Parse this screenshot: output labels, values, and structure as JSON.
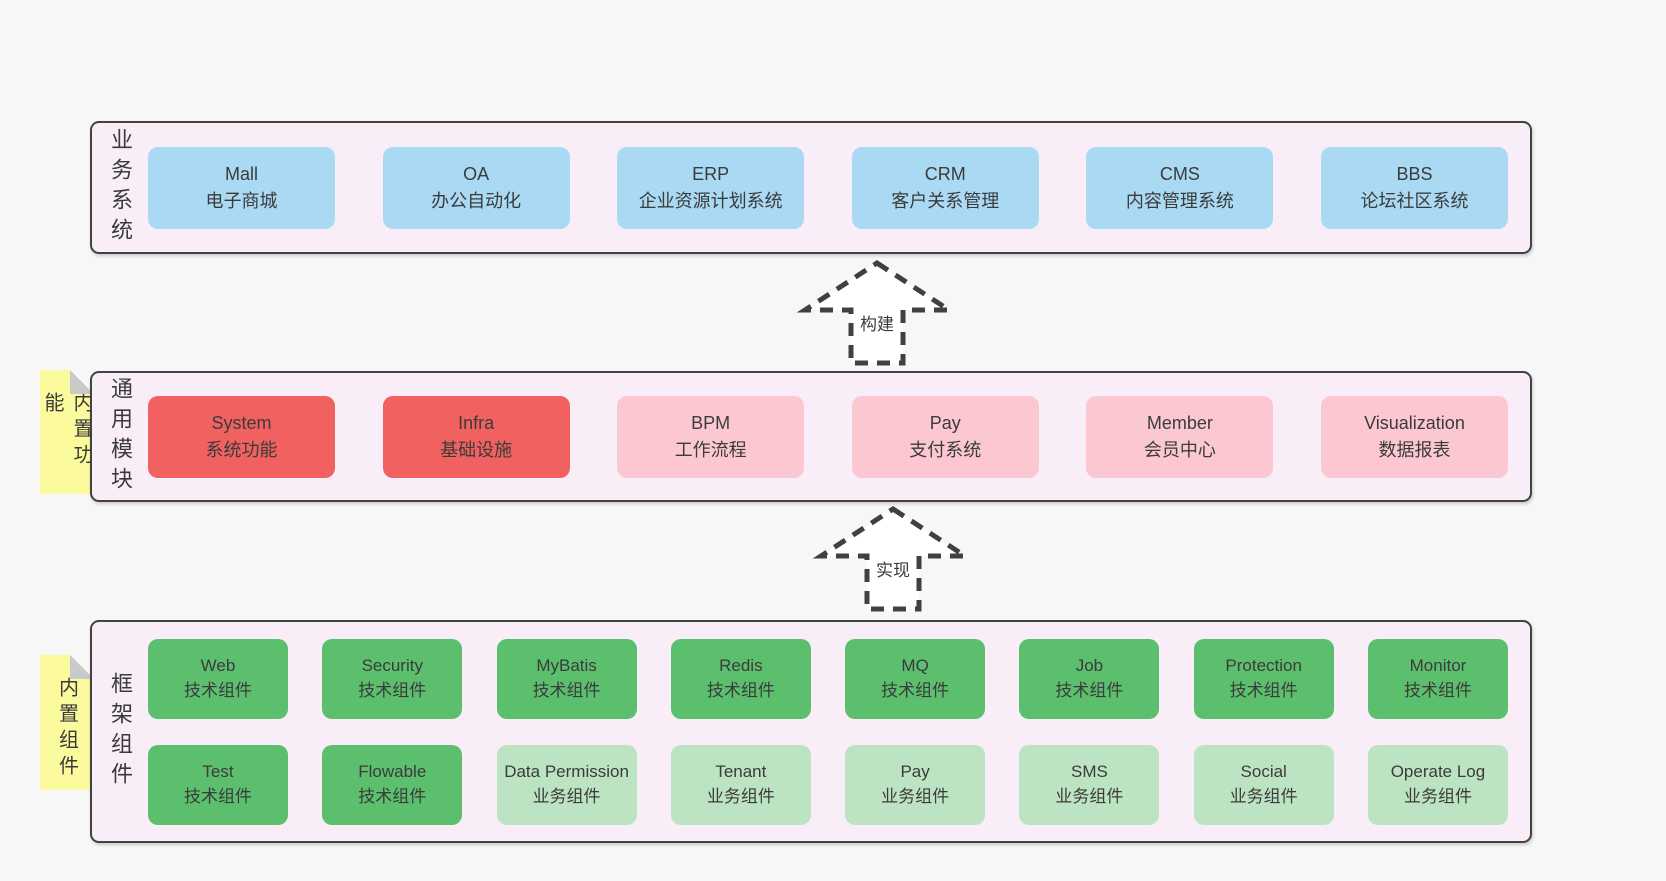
{
  "diagram": {
    "colors": {
      "background": "#f7f7f7",
      "container_fill": "#f9eef7",
      "container_border": "#424242",
      "box_blue": "#a9d9f3",
      "box_red": "#f0615f",
      "box_pink": "#fbc8d2",
      "box_green": "#5cbf6e",
      "box_green_light": "#bde4c2",
      "note_yellow": "#fbfa9d",
      "note_fold": "#c9c9c9",
      "text": "#3b3b3b",
      "arrow_stroke": "#404040"
    },
    "arrows": [
      {
        "label": "构建"
      },
      {
        "label": "实现"
      }
    ],
    "notes": [
      {
        "label": "内置功能"
      },
      {
        "label": "内置组件"
      }
    ],
    "layers": [
      {
        "label": "业务系统",
        "rows": [
          [
            {
              "name": "Mall",
              "subtitle": "电子商城",
              "variant": "blue"
            },
            {
              "name": "OA",
              "subtitle": "办公自动化",
              "variant": "blue"
            },
            {
              "name": "ERP",
              "subtitle": "企业资源计划系统",
              "variant": "blue"
            },
            {
              "name": "CRM",
              "subtitle": "客户关系管理",
              "variant": "blue"
            },
            {
              "name": "CMS",
              "subtitle": "内容管理系统",
              "variant": "blue"
            },
            {
              "name": "BBS",
              "subtitle": "论坛社区系统",
              "variant": "blue"
            }
          ]
        ]
      },
      {
        "label": "通用模块",
        "rows": [
          [
            {
              "name": "System",
              "subtitle": "系统功能",
              "variant": "red"
            },
            {
              "name": "Infra",
              "subtitle": "基础设施",
              "variant": "red"
            },
            {
              "name": "BPM",
              "subtitle": "工作流程",
              "variant": "pink"
            },
            {
              "name": "Pay",
              "subtitle": "支付系统",
              "variant": "pink"
            },
            {
              "name": "Member",
              "subtitle": "会员中心",
              "variant": "pink"
            },
            {
              "name": "Visualization",
              "subtitle": "数据报表",
              "variant": "pink"
            }
          ]
        ]
      },
      {
        "label": "框架组件",
        "rows": [
          [
            {
              "name": "Web",
              "subtitle": "技术组件",
              "variant": "green"
            },
            {
              "name": "Security",
              "subtitle": "技术组件",
              "variant": "green"
            },
            {
              "name": "MyBatis",
              "subtitle": "技术组件",
              "variant": "green"
            },
            {
              "name": "Redis",
              "subtitle": "技术组件",
              "variant": "green"
            },
            {
              "name": "MQ",
              "subtitle": "技术组件",
              "variant": "green"
            },
            {
              "name": "Job",
              "subtitle": "技术组件",
              "variant": "green"
            },
            {
              "name": "Protection",
              "subtitle": "技术组件",
              "variant": "green"
            },
            {
              "name": "Monitor",
              "subtitle": "技术组件",
              "variant": "green"
            }
          ],
          [
            {
              "name": "Test",
              "subtitle": "技术组件",
              "variant": "green"
            },
            {
              "name": "Flowable",
              "subtitle": "技术组件",
              "variant": "green"
            },
            {
              "name": "Data Permission",
              "subtitle": "业务组件",
              "variant": "green-light"
            },
            {
              "name": "Tenant",
              "subtitle": "业务组件",
              "variant": "green-light"
            },
            {
              "name": "Pay",
              "subtitle": "业务组件",
              "variant": "green-light"
            },
            {
              "name": "SMS",
              "subtitle": "业务组件",
              "variant": "green-light"
            },
            {
              "name": "Social",
              "subtitle": "业务组件",
              "variant": "green-light"
            },
            {
              "name": "Operate Log",
              "subtitle": "业务组件",
              "variant": "green-light"
            }
          ]
        ]
      }
    ]
  }
}
